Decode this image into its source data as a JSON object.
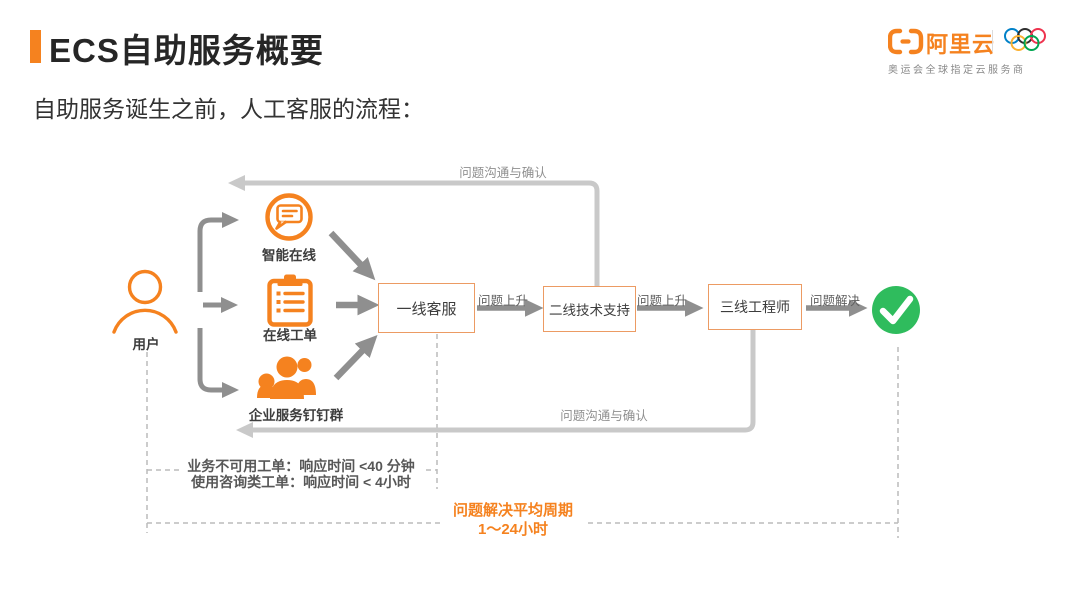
{
  "header": {
    "title": "ECS自助服务概要",
    "subtitle": "自助服务诞生之前，人工客服的流程："
  },
  "logo": {
    "brand": "阿里云",
    "tagline": "奥运会全球指定云服务商"
  },
  "flow": {
    "user": {
      "label": "用户"
    },
    "channels": [
      {
        "label": "智能在线",
        "icon": "chat-bubble-icon"
      },
      {
        "label": "在线工单",
        "icon": "clipboard-icon"
      },
      {
        "label": "企业服务钉钉群",
        "icon": "people-group-icon"
      }
    ],
    "stages": [
      {
        "label": "一线客服"
      },
      {
        "label": "二线技术支持"
      },
      {
        "label": "三线工程师"
      }
    ],
    "escalation_label": "问题上升",
    "resolved_label": "问题解决",
    "feedback_label": "问题沟通与确认",
    "success_icon": "check-circle-icon",
    "sla_note": {
      "line1": "业务不可用工单：响应时间 <40 分钟",
      "line2": "使用咨询类工单：响应时间 < 4小时"
    },
    "cycle_note": {
      "line1": "问题解决平均周期",
      "line2": "1～24小时"
    }
  },
  "colors": {
    "orange": "#F5821F",
    "arrow_gray": "#8F8F8F",
    "feedback_gray": "#C9C9C9",
    "dashed_gray": "#BBBBBB",
    "green": "#2FBC5D"
  }
}
